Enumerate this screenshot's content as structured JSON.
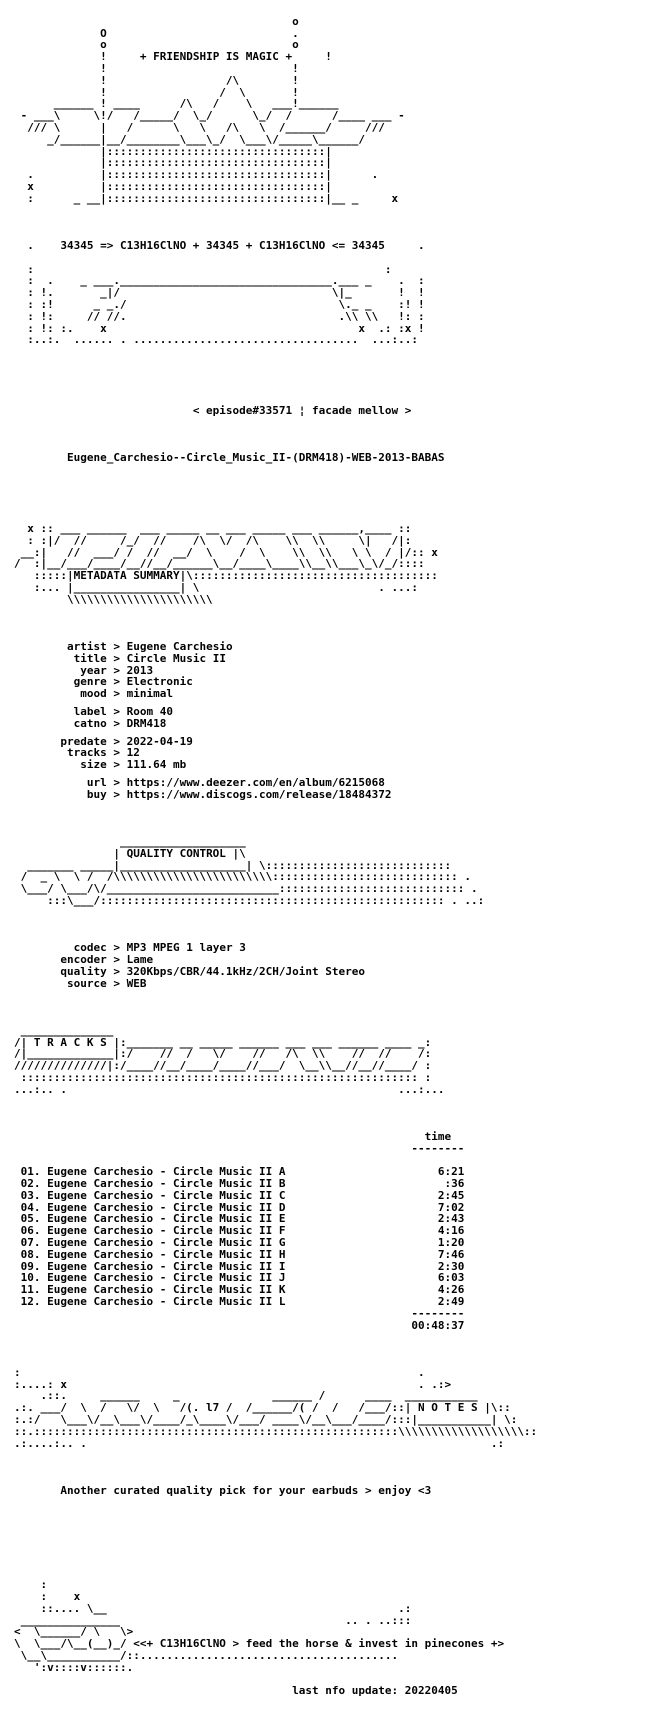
{
  "header": {
    "tagline": "+ FRIENDSHIP IS MAGIC +",
    "formula": "34345 => C13H16ClNO + 34345 + C13H16ClNO <= 34345",
    "episode": "< episode#33571 ¦ facade mellow >",
    "release_name": "Eugene_Carchesio--Circle_Music_II-(DRM418)-WEB-2013-BABAS"
  },
  "sections": {
    "metadata_title": "METADATA SUMMARY",
    "quality_title": "QUALITY CONTROL",
    "tracks_title": "T R A C K S",
    "notes_title": "N O T E S"
  },
  "metadata": {
    "groups": [
      [
        {
          "key": "artist",
          "value": "Eugene Carchesio"
        },
        {
          "key": "title",
          "value": "Circle Music II"
        },
        {
          "key": "year",
          "value": "2013"
        },
        {
          "key": "genre",
          "value": "Electronic"
        },
        {
          "key": "mood",
          "value": "minimal"
        }
      ],
      [
        {
          "key": "label",
          "value": "Room 40"
        },
        {
          "key": "catno",
          "value": "DRM418"
        }
      ],
      [
        {
          "key": "predate",
          "value": "2022-04-19"
        },
        {
          "key": "tracks",
          "value": "12"
        },
        {
          "key": "size",
          "value": "111.64 mb"
        }
      ],
      [
        {
          "key": "url",
          "value": "https://www.deezer.com/en/album/6215068"
        },
        {
          "key": "buy",
          "value": "https://www.discogs.com/release/18484372"
        }
      ]
    ]
  },
  "quality": [
    {
      "key": "codec",
      "value": "MP3 MPEG 1 layer 3"
    },
    {
      "key": "encoder",
      "value": "Lame"
    },
    {
      "key": "quality",
      "value": "320Kbps/CBR/44.1kHz/2CH/Joint Stereo"
    },
    {
      "key": "source",
      "value": "WEB"
    }
  ],
  "tracks": {
    "time_header": "time",
    "rule": "--------",
    "items": [
      {
        "num": "01.",
        "title": "Eugene Carchesio - Circle Music II A",
        "time": "6:21"
      },
      {
        "num": "02.",
        "title": "Eugene Carchesio - Circle Music II B",
        "time": ":36"
      },
      {
        "num": "03.",
        "title": "Eugene Carchesio - Circle Music II C",
        "time": "2:45"
      },
      {
        "num": "04.",
        "title": "Eugene Carchesio - Circle Music II D",
        "time": "7:02"
      },
      {
        "num": "05.",
        "title": "Eugene Carchesio - Circle Music II E",
        "time": "2:43"
      },
      {
        "num": "06.",
        "title": "Eugene Carchesio - Circle Music II F",
        "time": "4:16"
      },
      {
        "num": "07.",
        "title": "Eugene Carchesio - Circle Music II G",
        "time": "1:20"
      },
      {
        "num": "08.",
        "title": "Eugene Carchesio - Circle Music II H",
        "time": "7:46"
      },
      {
        "num": "09.",
        "title": "Eugene Carchesio - Circle Music II I",
        "time": "2:30"
      },
      {
        "num": "10.",
        "title": "Eugene Carchesio - Circle Music II J",
        "time": "6:03"
      },
      {
        "num": "11.",
        "title": "Eugene Carchesio - Circle Music II K",
        "time": "4:26"
      },
      {
        "num": "12.",
        "title": "Eugene Carchesio - Circle Music II L",
        "time": "2:49"
      }
    ],
    "total": "00:48:37"
  },
  "notes": {
    "message": "Another curated quality pick for your earbuds > enjoy <3"
  },
  "footer": {
    "slogan": "<<+ C13H16ClNO > feed the horse & invest in pinecones +>",
    "last_update": "last nfo update: 20220405"
  }
}
